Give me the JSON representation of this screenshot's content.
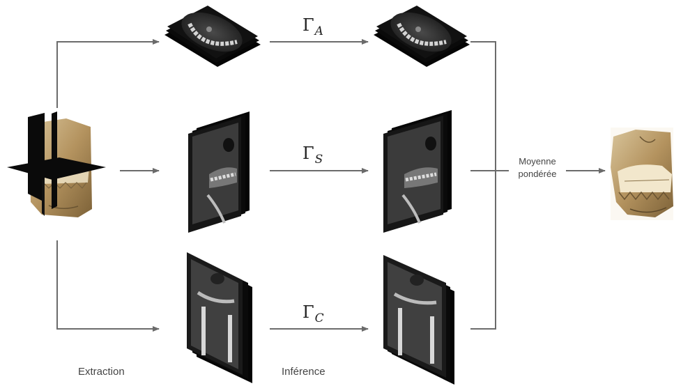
{
  "labels": {
    "extraction": "Extraction",
    "inference": "Inférence",
    "merge_line1": "Moyenne",
    "merge_line2": "pondérée"
  },
  "operators": [
    {
      "symbol": "Γ",
      "subscript": "A"
    },
    {
      "symbol": "Γ",
      "subscript": "S"
    },
    {
      "symbol": "Γ",
      "subscript": "C"
    }
  ],
  "colors": {
    "arrow": "#6b6b6b",
    "slice_dark": "#0a0a0a",
    "bone": "#c9c9c9",
    "skin": "#b69a6c"
  }
}
